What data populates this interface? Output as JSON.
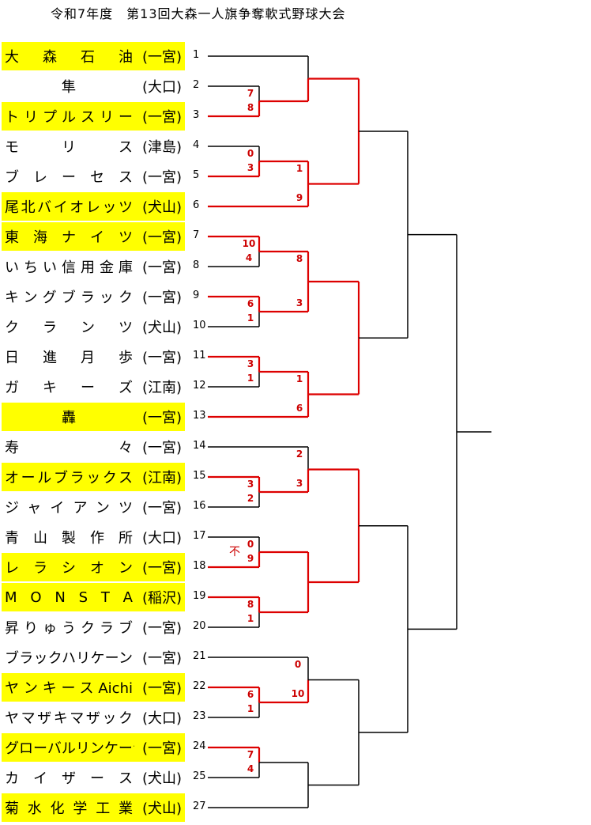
{
  "title": "令和7年度　第13回大森一人旗争奪軟式野球大会",
  "colors": {
    "highlight": "#ffff00",
    "win": "#dd0000",
    "line": "#000000"
  },
  "teams": [
    {
      "seed": "1",
      "name": "大　森　石　油",
      "pref": "(一宮)",
      "hl": true
    },
    {
      "seed": "2",
      "name": "隼",
      "pref": "(大口)",
      "hl": false,
      "center": true
    },
    {
      "seed": "3",
      "name": "トリプルスリー",
      "pref": "(一宮)",
      "hl": true
    },
    {
      "seed": "4",
      "name": "モ　　リ　　ス",
      "pref": "(津島)",
      "hl": false
    },
    {
      "seed": "5",
      "name": "ブ　レ　ー　セ　ス",
      "pref": "(一宮)",
      "hl": false
    },
    {
      "seed": "6",
      "name": "尾北バイオレッツ",
      "pref": "(犬山)",
      "hl": true
    },
    {
      "seed": "7",
      "name": "東　海　ナ　イ　ツ",
      "pref": "(一宮)",
      "hl": true
    },
    {
      "seed": "8",
      "name": "いちい信用金庫",
      "pref": "(一宮)",
      "hl": false
    },
    {
      "seed": "9",
      "name": "キングブラック",
      "pref": "(一宮)",
      "hl": false
    },
    {
      "seed": "10",
      "name": "ク　ラ　ン　ツ",
      "pref": "(犬山)",
      "hl": false
    },
    {
      "seed": "11",
      "name": "日　進　月　歩",
      "pref": "(一宮)",
      "hl": false
    },
    {
      "seed": "12",
      "name": "ガ　キ　ー　ズ",
      "pref": "(江南)",
      "hl": false
    },
    {
      "seed": "13",
      "name": "轟",
      "pref": "(一宮)",
      "hl": true,
      "center": true
    },
    {
      "seed": "14",
      "name": "寿　　　　　々",
      "pref": "(一宮)",
      "hl": false
    },
    {
      "seed": "15",
      "name": "オールブラックス",
      "pref": "(江南)",
      "hl": true
    },
    {
      "seed": "16",
      "name": "ジャイアンツ",
      "pref": "(一宮)",
      "hl": false
    },
    {
      "seed": "17",
      "name": "青　山　製　作　所",
      "pref": "(大口)",
      "hl": false
    },
    {
      "seed": "18",
      "name": "レ　ラ　シ　オ　ン",
      "pref": "(一宮)",
      "hl": true
    },
    {
      "seed": "19",
      "name": "M O N S T A",
      "pref": "(稲沢)",
      "hl": true
    },
    {
      "seed": "20",
      "name": "昇りゅうクラブ",
      "pref": "(一宮)",
      "hl": false
    },
    {
      "seed": "21",
      "name": "ブラックハリケーン",
      "pref": "(一宮)",
      "hl": false
    },
    {
      "seed": "22",
      "name": "ヤンキースAichi",
      "pref": "(一宮)",
      "hl": true
    },
    {
      "seed": "23",
      "name": "ヤマザキマザック",
      "pref": "(大口)",
      "hl": false
    },
    {
      "seed": "24",
      "name": "グローバルリンケージ",
      "pref": "(一宮)",
      "hl": true
    },
    {
      "seed": "25",
      "name": "カ　イ　ザ　ー　ス",
      "pref": "(犬山)",
      "hl": false
    },
    {
      "seed": "27",
      "name": "菊 水 化 学 工 業",
      "pref": "(犬山)",
      "hl": true
    }
  ],
  "scores": [
    {
      "text": "7",
      "match": "2v3",
      "side": "top"
    },
    {
      "text": "8",
      "match": "2v3",
      "side": "bottom"
    },
    {
      "text": "0",
      "match": "4v5",
      "side": "top"
    },
    {
      "text": "3",
      "match": "4v5",
      "side": "bottom"
    },
    {
      "text": "1",
      "match": "r2-5v6",
      "side": "top"
    },
    {
      "text": "9",
      "match": "r2-5v6",
      "side": "bottom"
    },
    {
      "text": "10",
      "match": "7v8",
      "side": "top"
    },
    {
      "text": "4",
      "match": "7v8",
      "side": "bottom"
    },
    {
      "text": "6",
      "match": "9v10",
      "side": "top"
    },
    {
      "text": "1",
      "match": "9v10",
      "side": "bottom"
    },
    {
      "text": "8",
      "match": "r2-7v9",
      "side": "top"
    },
    {
      "text": "3",
      "match": "r2-7v9",
      "side": "bottom"
    },
    {
      "text": "3",
      "match": "11v12",
      "side": "top"
    },
    {
      "text": "1",
      "match": "11v12",
      "side": "bottom"
    },
    {
      "text": "1",
      "match": "r2-11v13",
      "side": "top"
    },
    {
      "text": "6",
      "match": "r2-11v13",
      "side": "bottom"
    },
    {
      "text": "2",
      "match": "r2-14v15",
      "side": "top"
    },
    {
      "text": "3",
      "match": "r2-14v15",
      "side": "bottom"
    },
    {
      "text": "3",
      "match": "15v16",
      "side": "top"
    },
    {
      "text": "2",
      "match": "15v16",
      "side": "bottom"
    },
    {
      "text": "不",
      "match": "17v18",
      "side": "note"
    },
    {
      "text": "0",
      "match": "17v18",
      "side": "top"
    },
    {
      "text": "9",
      "match": "17v18",
      "side": "bottom"
    },
    {
      "text": "8",
      "match": "19v20",
      "side": "top"
    },
    {
      "text": "1",
      "match": "19v20",
      "side": "bottom"
    },
    {
      "text": "0",
      "match": "r2-21v22",
      "side": "top"
    },
    {
      "text": "10",
      "match": "r2-21v22",
      "side": "bottom"
    },
    {
      "text": "6",
      "match": "22v23",
      "side": "top"
    },
    {
      "text": "1",
      "match": "22v23",
      "side": "bottom"
    },
    {
      "text": "7",
      "match": "24v25",
      "side": "top"
    },
    {
      "text": "4",
      "match": "24v25",
      "side": "bottom"
    }
  ]
}
